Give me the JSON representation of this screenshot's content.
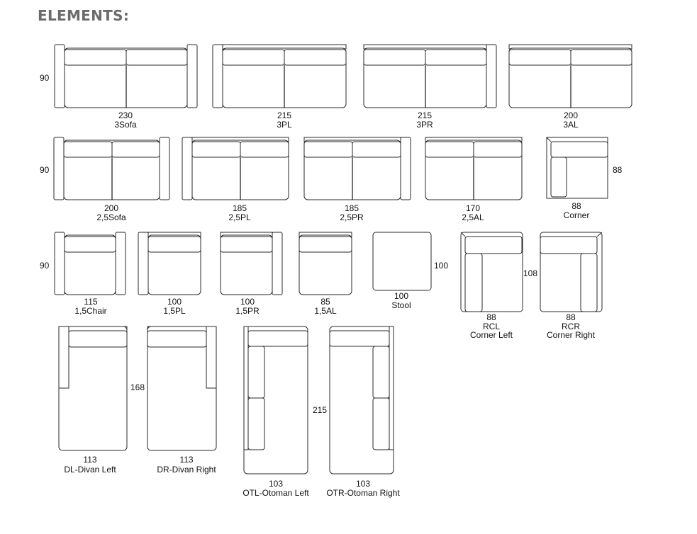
{
  "title": "ELEMENTS:",
  "modules": [
    {
      "width": "230",
      "code": "3Sofa"
    },
    {
      "width": "215",
      "code": "3PL"
    },
    {
      "width": "215",
      "code": "3PR"
    },
    {
      "width": "200",
      "code": "3AL"
    },
    {
      "width": "200",
      "code": "2,5Sofa"
    },
    {
      "width": "185",
      "code": "2,5PL"
    },
    {
      "width": "185",
      "code": "2,5PR"
    },
    {
      "width": "170",
      "code": "2,5AL"
    },
    {
      "width": "88",
      "code": "Corner"
    },
    {
      "width": "115",
      "code": "1,5Chair"
    },
    {
      "width": "100",
      "code": "1,5PL"
    },
    {
      "width": "100",
      "code": "1,5PR"
    },
    {
      "width": "85",
      "code": "1,5AL"
    },
    {
      "width": "100",
      "code": "Stool"
    },
    {
      "width": "88",
      "code": "RCL",
      "desc": "Corner Left"
    },
    {
      "width": "88",
      "code": "RCR",
      "desc": "Corner Right"
    },
    {
      "width": "113",
      "code": "DL-Divan Left"
    },
    {
      "width": "113",
      "code": "DR-Divan Right"
    },
    {
      "width": "103",
      "code": "OTL-Otoman Left"
    },
    {
      "width": "103",
      "code": "OTR-Otoman Right"
    }
  ],
  "depths": {
    "row1": "90",
    "row2": "90",
    "corner": "88",
    "row3": "90",
    "stool": "100",
    "rc": "108",
    "divan": "168",
    "otoman": "215"
  }
}
